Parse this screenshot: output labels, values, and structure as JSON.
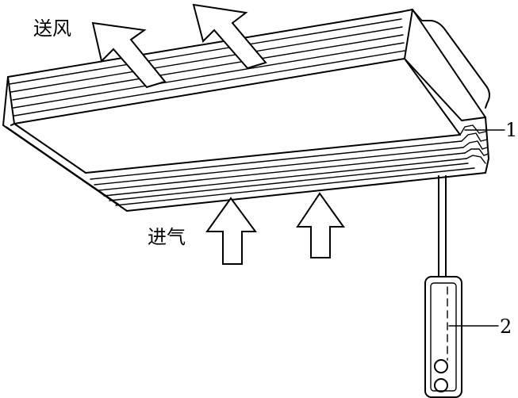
{
  "labels": {
    "supply_air": "送风",
    "intake_air": "进气",
    "callout_1": "1",
    "callout_2": "2"
  }
}
